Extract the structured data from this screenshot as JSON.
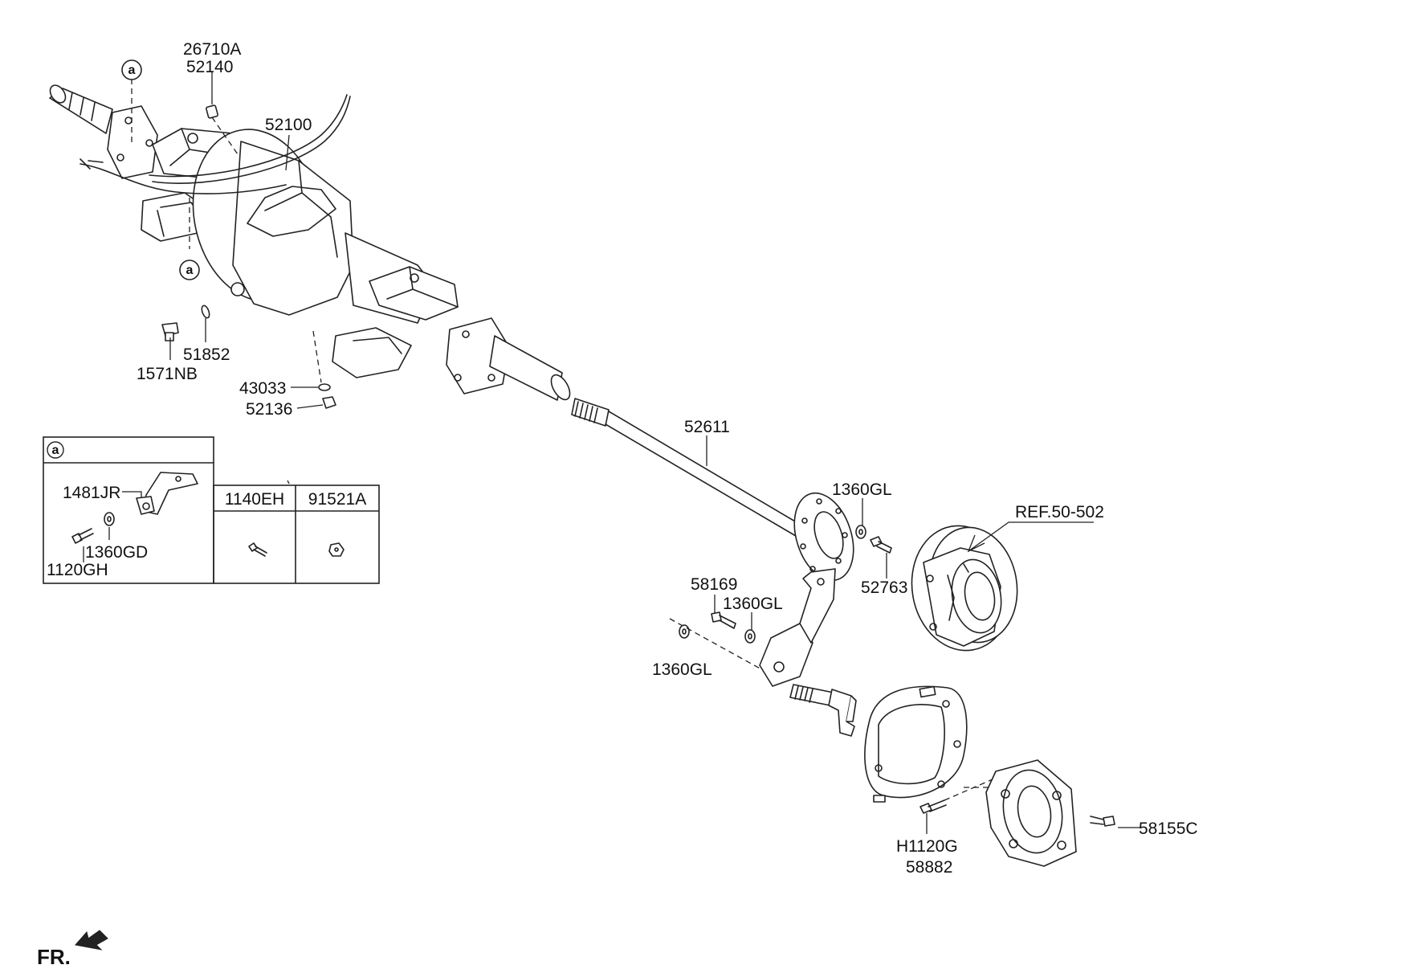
{
  "callouts": [
    {
      "id": "p26710a",
      "text": "26710A"
    },
    {
      "id": "p52140",
      "text": "52140"
    },
    {
      "id": "p52100",
      "text": "52100"
    },
    {
      "id": "p51852",
      "text": "51852"
    },
    {
      "id": "p1571nb",
      "text": "1571NB"
    },
    {
      "id": "p43033",
      "text": "43033"
    },
    {
      "id": "p52136",
      "text": "52136"
    },
    {
      "id": "p52611",
      "text": "52611"
    },
    {
      "id": "p1360gl_a",
      "text": "1360GL"
    },
    {
      "id": "p52763",
      "text": "52763"
    },
    {
      "id": "pref",
      "text": "REF.50-502"
    },
    {
      "id": "p58169",
      "text": "58169"
    },
    {
      "id": "p1360gl_b",
      "text": "1360GL"
    },
    {
      "id": "p1360gl_c",
      "text": "1360GL"
    },
    {
      "id": "ph1120g",
      "text": "H1120G"
    },
    {
      "id": "p58882",
      "text": "58882"
    },
    {
      "id": "p58155c",
      "text": "58155C"
    }
  ],
  "detail_box": {
    "marker": "a",
    "labels": [
      "1481JR",
      "1360GD",
      "1120GH"
    ],
    "table_headers": [
      "1140EH",
      "91521A"
    ]
  },
  "markers": [
    "a",
    "a"
  ],
  "direction_label": "FR."
}
